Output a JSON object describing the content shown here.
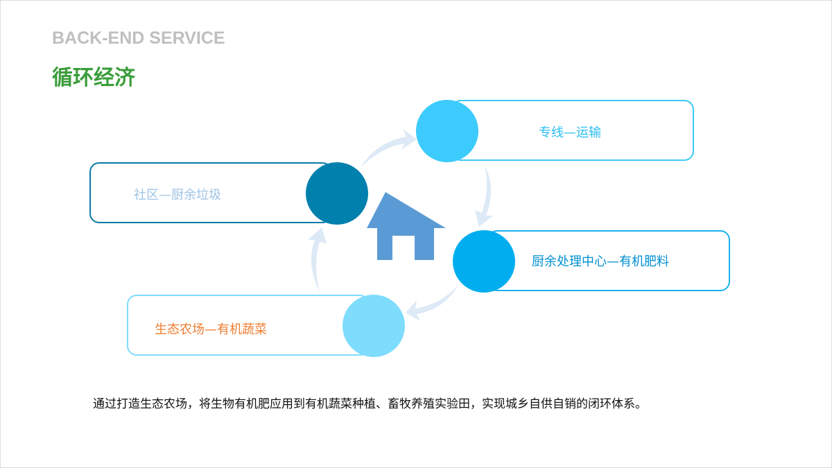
{
  "header": {
    "subtitle": "BACK-END SERVICE",
    "title": "循环经济"
  },
  "cycle": {
    "steps": [
      {
        "label": "社区—厨余垃圾",
        "color": "#0080ad",
        "text_color": "#9dc3e6"
      },
      {
        "label": "专线—运输",
        "color": "#3ccbfc",
        "text_color": "#2bbef0"
      },
      {
        "label": "厨余处理中心—有机肥料",
        "color": "#00aeef",
        "text_color": "#0090d0"
      },
      {
        "label": "生态农场—有机蔬菜",
        "color": "#7edcfc",
        "text_color": "#ee7d31"
      }
    ],
    "center_icon": "house-icon"
  },
  "description": "通过打造生态农场，将生物有机肥应用到有机蔬菜种植、畜牧养殖实验田，实现城乡自供自销的闭环体系。"
}
